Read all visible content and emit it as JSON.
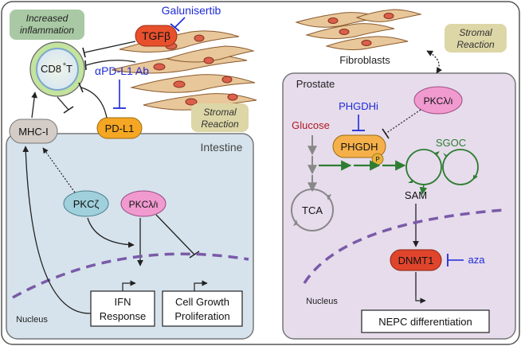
{
  "labels": {
    "galunisertib": "Galunisertib",
    "tgfb": "TGFβ",
    "increased_inflammation_1": "Increased",
    "increased_inflammation_2": "inflammation",
    "cd8": "CD8",
    "cd8_sup": "+",
    "cd8_t": "T",
    "apdl1": "αPD-L1 Ab",
    "fibroblasts": "Fibroblasts",
    "stromal_reaction_top_1": "Stromal",
    "stromal_reaction_top_2": "Reaction",
    "stromal_reaction_left_1": "Stromal",
    "stromal_reaction_left_2": "Reaction",
    "mhc1": "MHC-I",
    "pdl1": "PD-L1",
    "intestine": "Intestine",
    "pkcz": "PKCζ",
    "pkcli_left": "PKCλ/ι",
    "nucleus_left": "Nucleus",
    "ifn_1": "IFN",
    "ifn_2": "Response",
    "cell_growth_1": "Cell Growth",
    "cell_growth_2": "Proliferation",
    "prostate": "Prostate",
    "pkcli_right": "PKCλ/ι",
    "phgdhi": "PHGDHi",
    "glucose": "Glucose",
    "phgdh": "PHGDH",
    "phgdh_p": "P",
    "sgoc": "SGOC",
    "tca": "TCA",
    "sam": "SAM",
    "dnmt1": "DNMT1",
    "aza": "aza",
    "nucleus_right": "Nucleus",
    "nepc": "NEPC differentiation"
  },
  "colors": {
    "inhibitor_blue": "#1f2bd6",
    "glucose_red": "#b0171f",
    "sgoc_green": "#2e7d32",
    "tgfb_fill": "#e8502c",
    "dnmt1_fill": "#e0452c",
    "pdl1_fill": "#f5a623",
    "pkcli_fill": "#f09ad0",
    "pkcz_fill": "#9fd0dc",
    "mhc_fill": "#d4ccc6",
    "intestine_fill": "#d6e3ec",
    "prostate_fill": "#e3d8ea",
    "stromal_box": "#ddd6a6",
    "inflammation_box": "#a9c9a4"
  }
}
